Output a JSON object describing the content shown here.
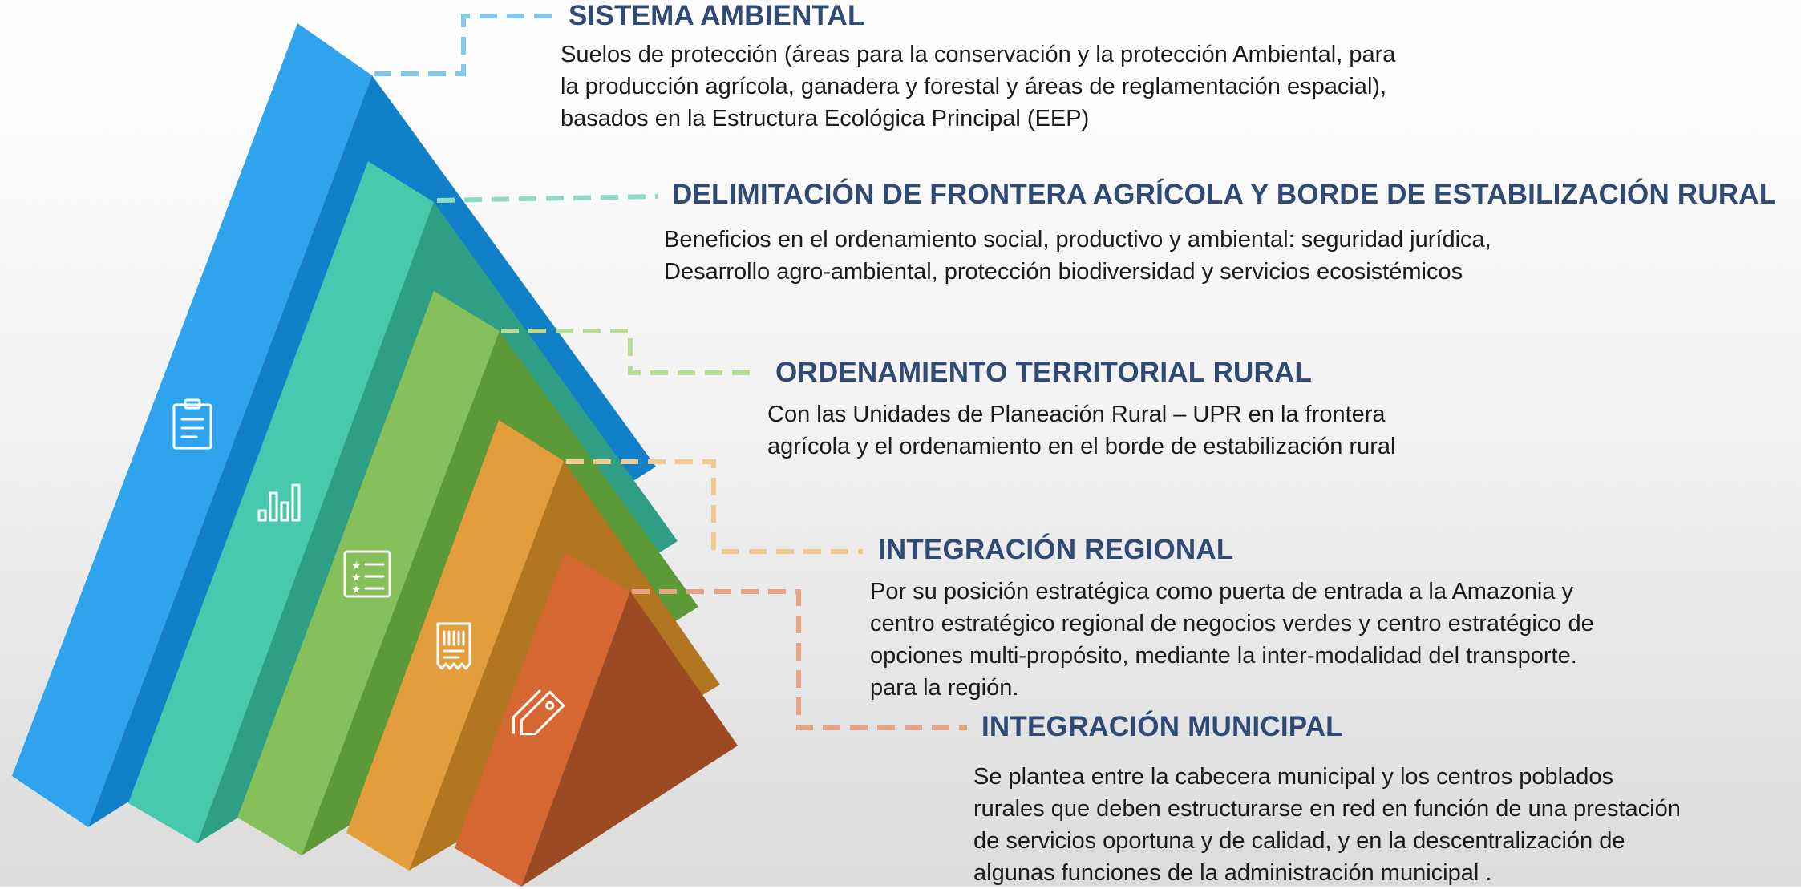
{
  "colors": {
    "ambiental": "#2fa3ee",
    "frontera": "#48c9ad",
    "ordenamiento": "#86c05a",
    "regional": "#e39d3d",
    "municipal": "#d56733",
    "heading": "#2e4a75"
  },
  "layers": [
    {
      "icon": "clipboard-icon"
    },
    {
      "icon": "bar-chart-icon"
    },
    {
      "icon": "star-list-icon"
    },
    {
      "icon": "receipt-icon"
    },
    {
      "icon": "price-tag-icon"
    }
  ],
  "sections": [
    {
      "title": "SISTEMA AMBIENTAL",
      "text": "Suelos de protección (áreas para la conservación y la protección Ambiental, para\nla producción agrícola, ganadera y forestal y áreas de reglamentación espacial),\nbasados en la Estructura Ecológica Principal (EEP)"
    },
    {
      "title": "DELIMITACIÓN DE FRONTERA AGRÍCOLA Y BORDE DE ESTABILIZACIÓN RURAL",
      "text": "Beneficios en el ordenamiento social, productivo y ambiental: seguridad jurídica,\nDesarrollo agro-ambiental, protección biodiversidad y servicios ecosistémicos"
    },
    {
      "title": "ORDENAMIENTO TERRITORIAL RURAL",
      "text": "Con las Unidades de Planeación Rural – UPR en la frontera\nagrícola y el ordenamiento en el borde de estabilización rural"
    },
    {
      "title": "INTEGRACIÓN REGIONAL",
      "text": "Por su posición estratégica como puerta de entrada a la Amazonia y\ncentro estratégico regional de negocios verdes y centro estratégico de\nopciones multi-propósito, mediante la inter-modalidad del transporte.\npara la región."
    },
    {
      "title": "INTEGRACIÓN MUNICIPAL",
      "text": "Se plantea entre la cabecera municipal y los centros poblados\nrurales que deben estructurarse en red en función de una prestación\nde servicios oportuna y de calidad, y en la descentralización de\nalgunas funciones de la administración municipal ."
    }
  ]
}
